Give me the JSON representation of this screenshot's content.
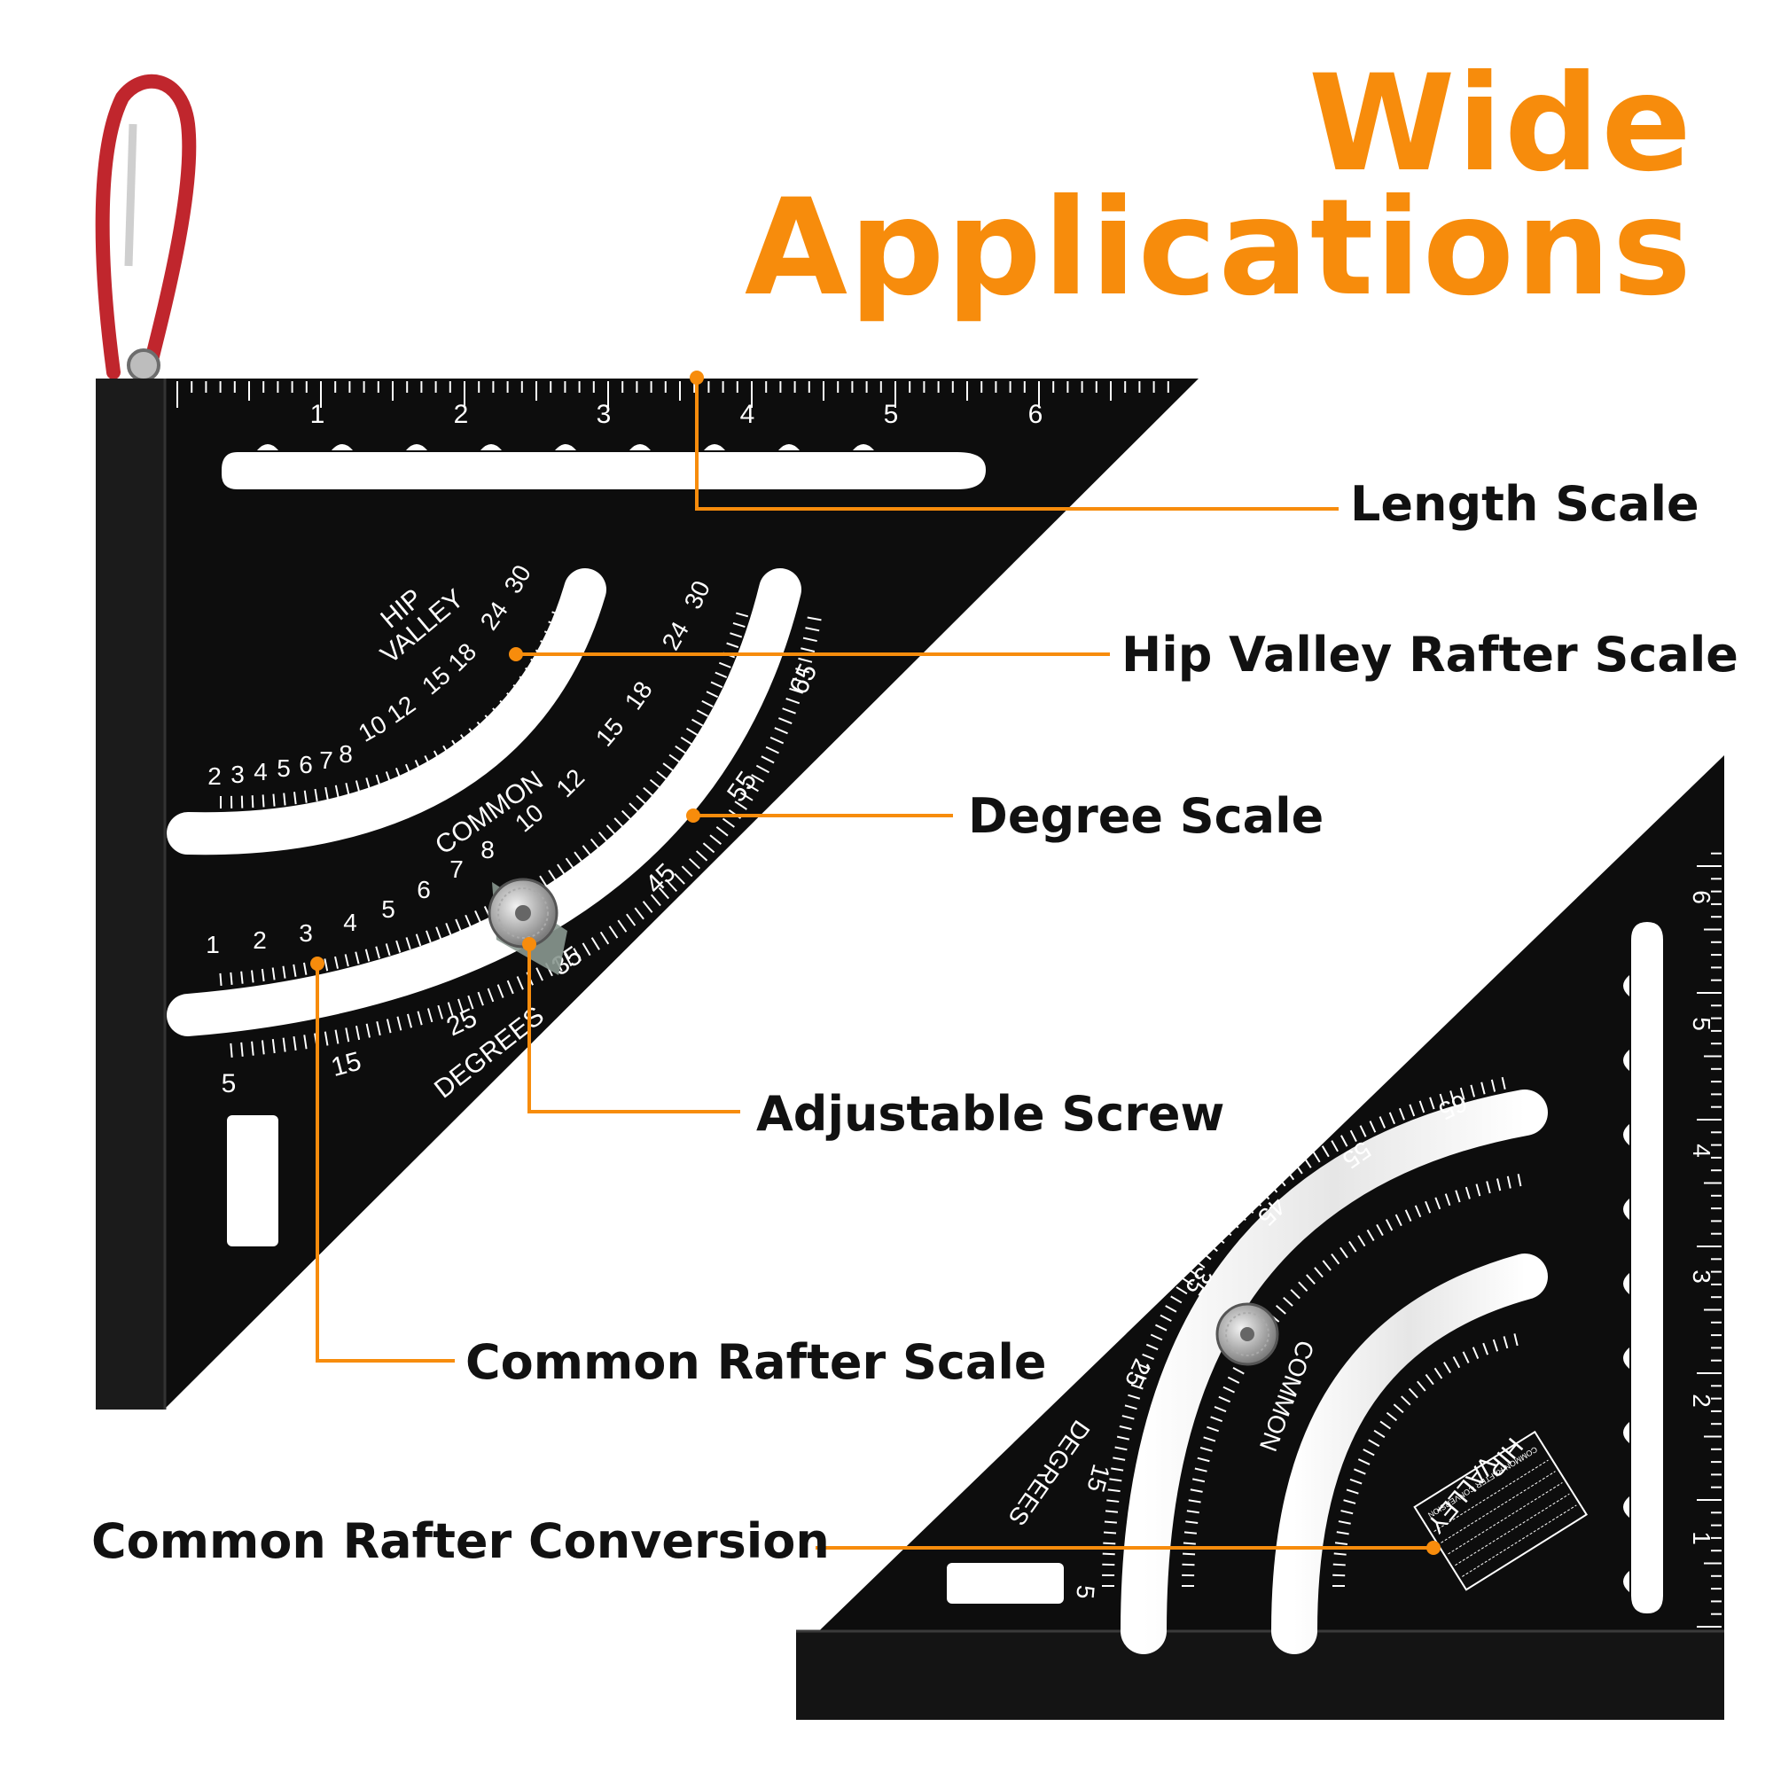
{
  "title": {
    "line1": "Wide",
    "line2": "Applications"
  },
  "callouts": {
    "length_scale": "Length Scale",
    "hip_valley_rafter_scale": "Hip Valley Rafter Scale",
    "degree_scale": "Degree Scale",
    "adjustable_screw": "Adjustable Screw",
    "common_rafter_scale": "Common Rafter Scale",
    "common_rafter_conversion": "Common Rafter Conversion"
  },
  "square1": {
    "inch_numbers": [
      "1",
      "2",
      "3",
      "4",
      "5",
      "6"
    ],
    "hip_label_1": "HIP",
    "hip_label_2": "VALLEY",
    "hip_numbers": [
      "2",
      "3",
      "4",
      "5",
      "6",
      "7",
      "8",
      "10",
      "12",
      "15",
      "18",
      "24",
      "30"
    ],
    "common_label": "COMMON",
    "common_numbers": [
      "1",
      "2",
      "3",
      "4",
      "5",
      "6",
      "7",
      "8",
      "10",
      "12",
      "15",
      "18",
      "24",
      "30"
    ],
    "degrees_label": "DEGREES",
    "degree_numbers": [
      "5",
      "15",
      "25",
      "35",
      "45",
      "55",
      "65"
    ]
  },
  "square2": {
    "inch_numbers": [
      "1",
      "2",
      "3",
      "4",
      "5",
      "6"
    ],
    "hip_label_1": "HIP",
    "hip_label_2": "VALLEY",
    "common_label": "COMMON",
    "degrees_label": "DEGREES",
    "degree_numbers": [
      "5",
      "15",
      "25",
      "35",
      "45",
      "55",
      "65"
    ],
    "conversion_title": "COMMON RAFTER CONVERSION"
  },
  "colors": {
    "accent": "#f78c0c",
    "tool": "#0d0d0d",
    "scale_marks": "#ffffff",
    "carabiner": "#c0262d"
  }
}
